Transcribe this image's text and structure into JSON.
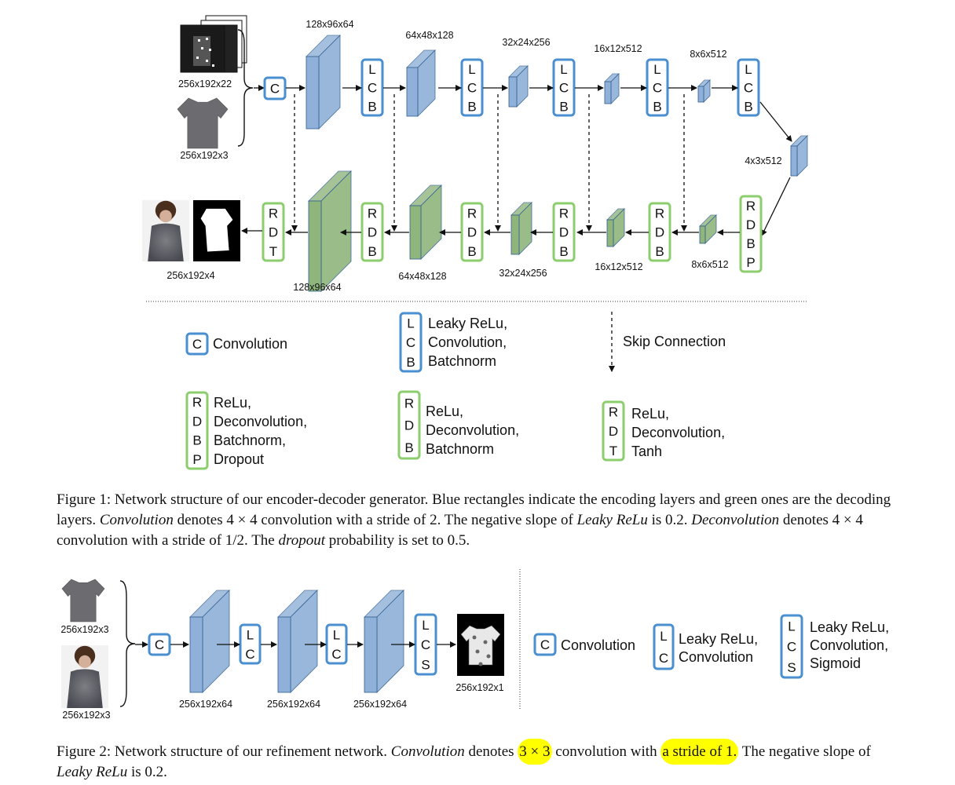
{
  "colors": {
    "blue_stroke": "#4a8fd0",
    "blue_fill": "#8fb0d8",
    "green_stroke": "#8ccd6e",
    "green_fill": "#8fb57c",
    "highlight": "#ffff00"
  },
  "fig1": {
    "input_mask_dims": "256x192x22",
    "input_cloth_dims": "256x192x3",
    "output_dims": "256x192x4",
    "bottleneck_dims": "4x3x512",
    "encoder_dims": [
      "128x96x64",
      "64x48x128",
      "32x24x256",
      "16x12x512",
      "8x6x512"
    ],
    "decoder_dims": [
      "128x96x64",
      "64x48x128",
      "32x24x256",
      "16x12x512",
      "8x6x512"
    ],
    "block_c": "C",
    "block_lcb": [
      "L",
      "C",
      "B"
    ],
    "block_rdb": [
      "R",
      "D",
      "B"
    ],
    "block_rdbp": [
      "R",
      "D",
      "B",
      "P"
    ],
    "block_rdt": [
      "R",
      "D",
      "T"
    ]
  },
  "legend1": {
    "conv_letter": "C",
    "conv_text": "Convolution",
    "lcb_letters": [
      "L",
      "C",
      "B"
    ],
    "lcb_text": [
      "Leaky ReLu,",
      "Convolution,",
      "Batchnorm"
    ],
    "skip_text": "Skip Connection",
    "rdbp_letters": [
      "R",
      "D",
      "B",
      "P"
    ],
    "rdbp_text": [
      "ReLu,",
      "Deconvolution,",
      "Batchnorm,",
      "Dropout"
    ],
    "rdb_letters": [
      "R",
      "D",
      "B"
    ],
    "rdb_text": [
      "ReLu,",
      "Deconvolution,",
      "Batchnorm"
    ],
    "rdt_letters": [
      "R",
      "D",
      "T"
    ],
    "rdt_text": [
      "ReLu,",
      "Deconvolution,",
      "Tanh"
    ]
  },
  "caption1": {
    "label": "Figure 1: Network structure of our encoder-decoder generator. Blue rectangles indicate the encoding layers and green ones are the decoding layers.",
    "t1_em": "Convolution",
    "t1_rest": "denotes 4 × 4 convolution with a stride of 2. The negative slope of",
    "t2_em": "Leaky ReLu",
    "t2_rest": "is 0.2.",
    "t3_em": "Deconvolution",
    "t3_rest": "denotes 4 × 4 convolution with a stride of 1/2. The",
    "t4_em": "dropout",
    "t4_rest": "probability is set to 0.5."
  },
  "fig2": {
    "input_cloth_dims": "256x192x3",
    "input_person_dims": "256x192x3",
    "output_dims": "256x192x1",
    "layer_dims": [
      "256x192x64",
      "256x192x64",
      "256x192x64"
    ],
    "block_c": "C",
    "block_lc": [
      "L",
      "C"
    ],
    "block_lcs": [
      "L",
      "C",
      "S"
    ]
  },
  "legend2": {
    "conv_letter": "C",
    "conv_text": "Convolution",
    "lc_letters": [
      "L",
      "C"
    ],
    "lc_text": [
      "Leaky ReLu,",
      "Convolution"
    ],
    "lcs_letters": [
      "L",
      "C",
      "S"
    ],
    "lcs_text": [
      "Leaky ReLu,",
      "Convolution,",
      "Sigmoid"
    ]
  },
  "caption2": {
    "label": "Figure 2: Network structure of our refinement network.",
    "em1": "Convolution",
    "t1": "denotes",
    "hl1": "3 × 3",
    "t2": "convolution with",
    "hl2": "a stride of 1.",
    "t3": "The negative slope of",
    "em2": "Leaky ReLu",
    "t4": "is 0.2."
  }
}
